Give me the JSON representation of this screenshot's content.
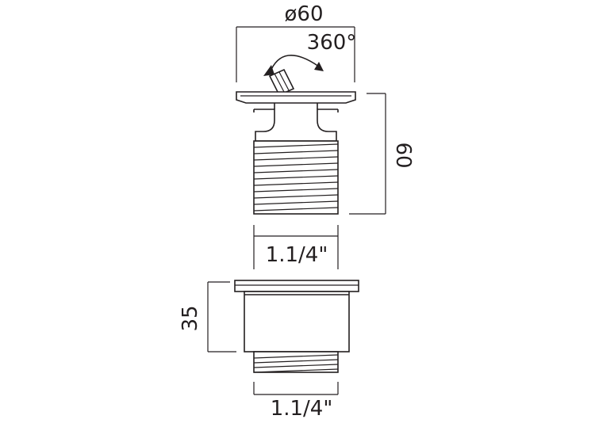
{
  "dimensions": {
    "top_diameter": "ø60",
    "rotation": "360°",
    "waste_height": "60",
    "top_thread": "1.1/4\"",
    "base_height": "35",
    "bottom_thread": "1.1/4\""
  },
  "colors": {
    "line": "#231f20",
    "background": "#ffffff"
  },
  "icons": {
    "rotation_arrow": "curved-double-arrow-icon"
  }
}
